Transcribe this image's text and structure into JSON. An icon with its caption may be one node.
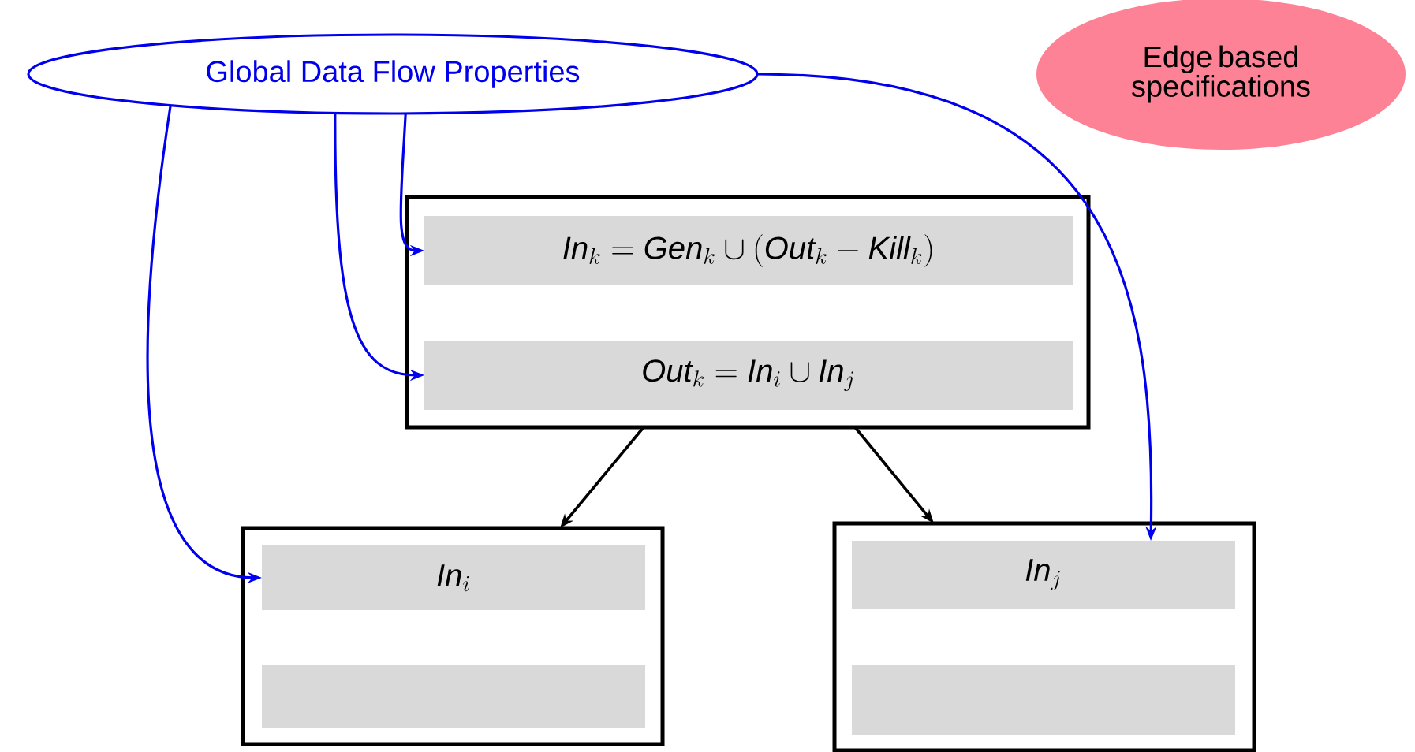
{
  "diagram": {
    "nodes": [
      {
        "text": [
          "Global Data Flow Properties"
        ]
      },
      {
        "text": [
          "Edge based specifications"
        ]
      },
      {
        "text": [],
        "shape": "box"
      },
      {
        "text": [
          "\\mathit{In}_k = \\mathit{Gen}_k \\cup (\\mathit{Out}_k - \\mathit{Kill}_k)"
        ],
        "in": 2
      },
      {
        "text": [
          "\\mathit{Out}_k = \\mathit{In}_i \\cup \\mathit{In}_j"
        ],
        "in": 2
      },
      {
        "text": [],
        "shape": "box"
      },
      {
        "text": [
          "\\mathit{In}_i"
        ],
        "in": 5
      },
      {
        "text": [],
        "shape": "bar",
        "in": 5
      },
      {
        "text": [],
        "shape": "box"
      },
      {
        "text": [
          "\\mathit{In}_j"
        ],
        "in": 8
      },
      {
        "text": [],
        "shape": "bar",
        "in": 8
      }
    ],
    "edges": [
      {
        "from": 0,
        "to": 3,
        "arrow": "to"
      },
      {
        "from": 0,
        "to": 4,
        "arrow": "to"
      },
      {
        "from": 0,
        "to": 6,
        "arrow": "to"
      },
      {
        "from": 0,
        "to": 9,
        "arrow": "to"
      },
      {
        "from": 2,
        "to": 5,
        "arrow": "to",
        "color": "#000000"
      },
      {
        "from": 2,
        "to": 8,
        "arrow": "to",
        "color": "#000000"
      }
    ]
  }
}
